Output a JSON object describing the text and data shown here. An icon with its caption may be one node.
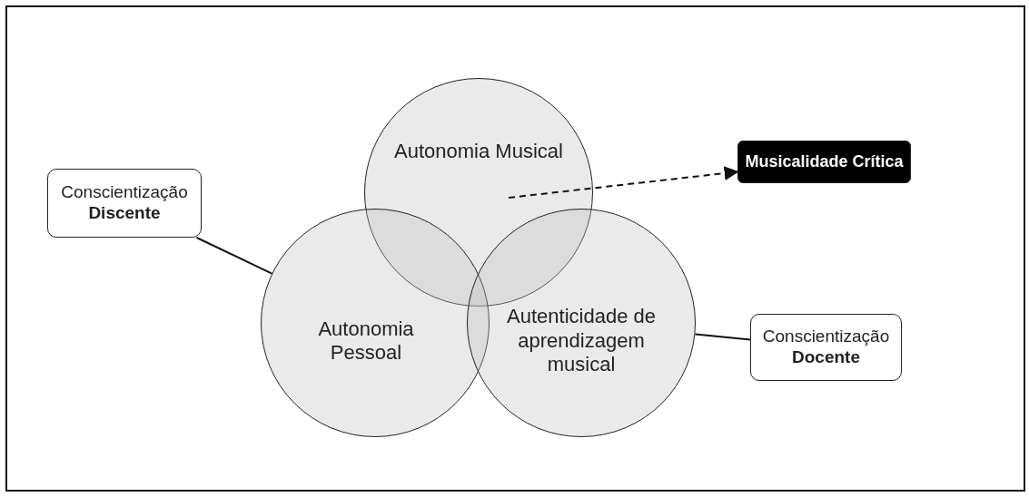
{
  "diagram": {
    "nodes": [
      {
        "text": [
          "Autonomia Musical"
        ]
      },
      {
        "text": [
          "Autonomia Pessoal"
        ]
      },
      {
        "text": [
          "Autenticidade de aprendizagem musical"
        ]
      },
      {
        "text": [
          "Conscientização",
          "Discente"
        ]
      },
      {
        "text": [
          "Conscientização",
          "Docente"
        ]
      },
      {
        "text": [
          "Musicalidade Crítica"
        ]
      }
    ],
    "edges": [
      {
        "from": 3,
        "to": 1,
        "arrow": "none"
      },
      {
        "from": 4,
        "to": 2,
        "arrow": "none"
      },
      {
        "from": 0,
        "to": 5,
        "arrow": "to",
        "style": "dashed"
      }
    ]
  }
}
